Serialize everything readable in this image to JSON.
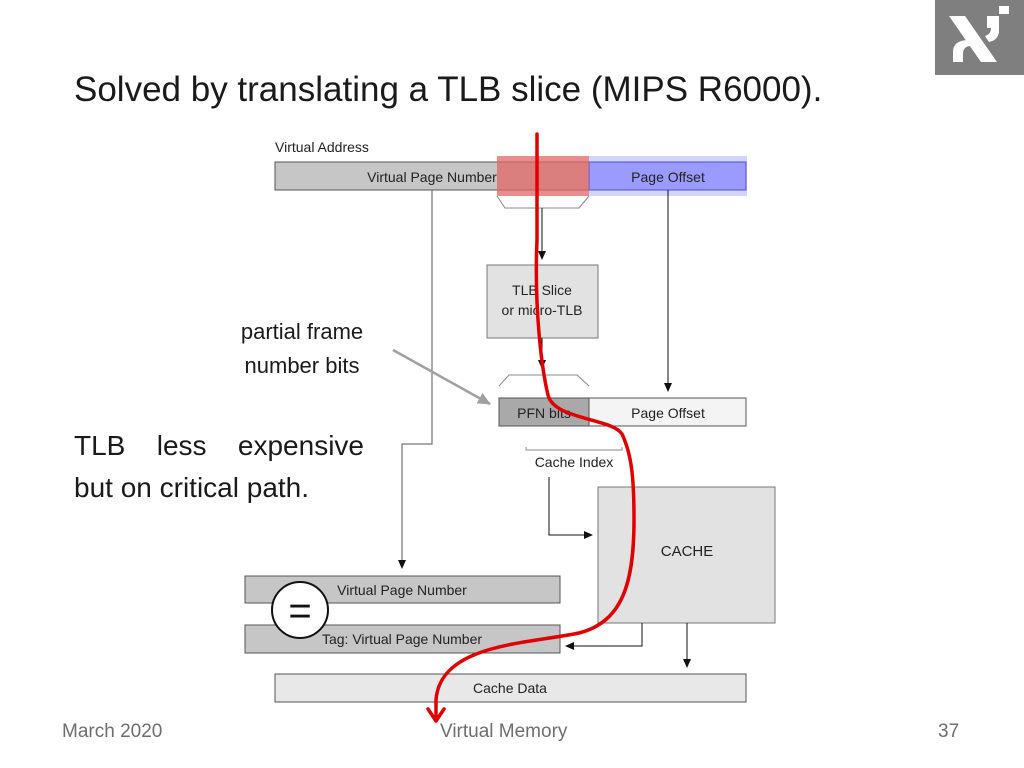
{
  "slide": {
    "title": "Solved by translating a TLB slice (MIPS R6000).",
    "note_line1": "TLB less expensive",
    "note_line2": "but on critical path.",
    "callout_line1": "partial frame",
    "callout_line2": "number bits"
  },
  "diagram": {
    "virtual_address_label": "Virtual Address",
    "vpn": "Virtual Page Number",
    "page_offset": "Page Offset",
    "tlb_slice_line1": "TLB Slice",
    "tlb_slice_line2": "or micro-TLB",
    "pfn_bits": "PFN bits",
    "page_offset_2": "Page Offset",
    "cache_index": "Cache Index",
    "cache": "CACHE",
    "vpn_compare": "Virtual Page Number",
    "equals_symbol": "=",
    "tag_vpn": "Tag: Virtual Page Number",
    "cache_data": "Cache Data"
  },
  "footer": {
    "date": "March 2020",
    "topic": "Virtual Memory",
    "page": "37"
  },
  "colors": {
    "highlight_red": "#e06666",
    "highlight_blue": "#9999ff",
    "critical_path": "#e00000",
    "box_gray": "#c8c8c8",
    "logo_bg": "#7f7f7f"
  }
}
